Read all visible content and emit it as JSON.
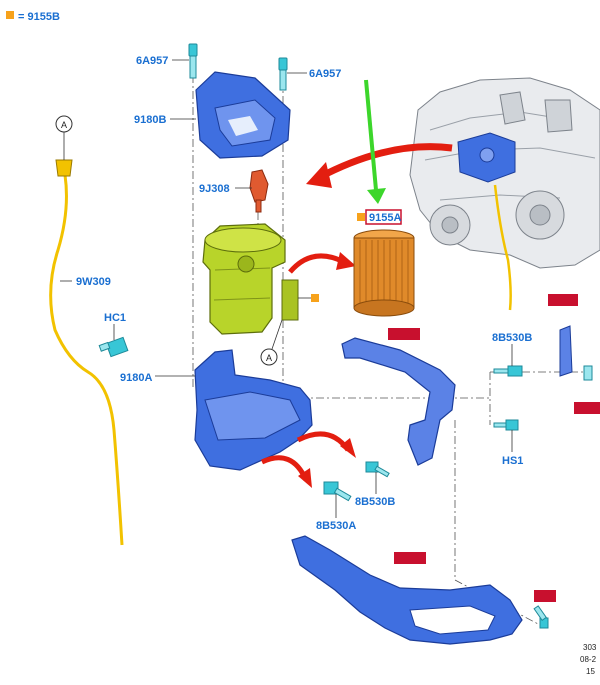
{
  "legend": {
    "text": "= 9155B",
    "swatch_color": "#f7a21b"
  },
  "labels": {
    "6A957_left": "6A957",
    "6A957_right": "6A957",
    "9180B": "9180B",
    "9J308": "9J308",
    "9155A": "9155A",
    "9W309": "9W309",
    "HC1": "HC1",
    "9180A": "9180A",
    "8B530B_right": "8B530B",
    "HS1": "HS1",
    "8B530B_lower": "8B530B",
    "8B530A": "8B530A",
    "circle_A_top": "A",
    "circle_A_mid": "A"
  },
  "corner_text": {
    "line1": "303",
    "line2": "08-2",
    "line3": "15"
  },
  "colors": {
    "label_blue": "#1a6fd1",
    "part_blue": "#3f6fe0",
    "filter_green": "#b8d42a",
    "filter_element_orange": "#e08a2a",
    "sensor_red": "#e05a30",
    "bolt_teal": "#38c6d6",
    "line_yellow": "#f2c200",
    "arrow_red": "#e31e10",
    "arrow_green": "#3cd62b",
    "tag_red": "#c8102e",
    "engine_grey": "#9aa0a8"
  },
  "icons": [
    "bolt-icon",
    "arrow-icon",
    "callout-circle-icon"
  ]
}
